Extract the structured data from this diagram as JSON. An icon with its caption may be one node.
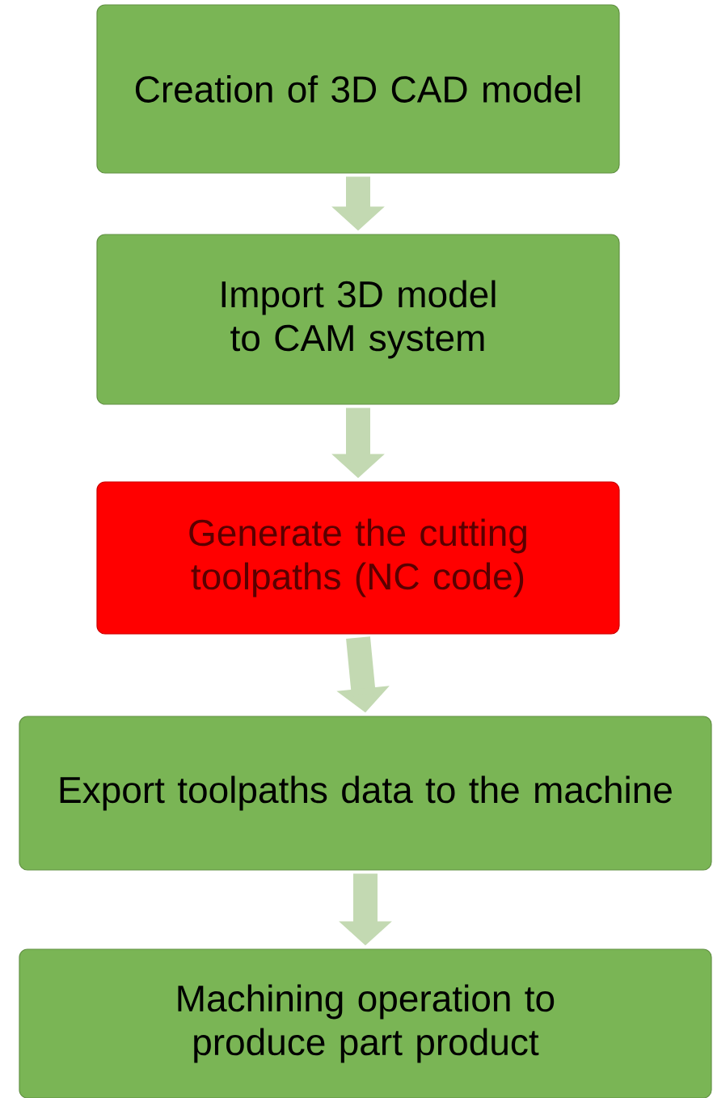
{
  "diagram": {
    "nodes": [
      {
        "text": [
          "Creation of 3D CAD model"
        ]
      },
      {
        "text": [
          "Import 3D model to CAM system"
        ]
      },
      {
        "text": [
          "Generate the cutting toolpaths (NC code)"
        ]
      },
      {
        "text": [
          "Export toolpaths data to the machine"
        ]
      },
      {
        "text": [
          "Machining operation to produce part product"
        ]
      }
    ],
    "edges": [
      {
        "from": 0,
        "to": 1,
        "arrow": "to"
      },
      {
        "from": 1,
        "to": 2,
        "arrow": "to"
      },
      {
        "from": 2,
        "to": 3,
        "arrow": "to"
      },
      {
        "from": 3,
        "to": 4,
        "arrow": "to"
      }
    ]
  }
}
